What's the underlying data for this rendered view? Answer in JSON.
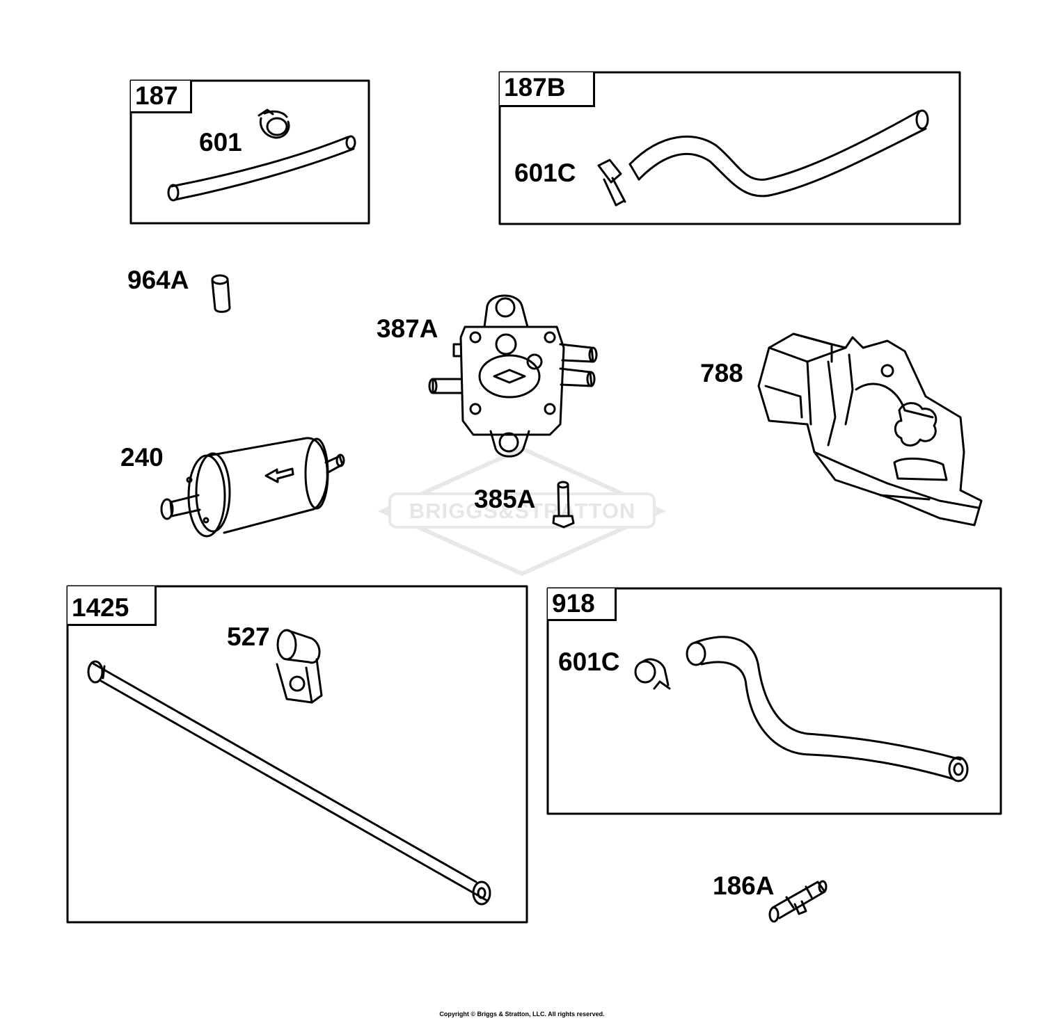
{
  "groups": {
    "g187": "187",
    "g187b": "187B",
    "g1425": "1425",
    "g918": "918"
  },
  "parts": {
    "p601": "601",
    "p601c_top": "601C",
    "p964a": "964A",
    "p387a": "387A",
    "p788": "788",
    "p240": "240",
    "p385a": "385A",
    "p527": "527",
    "p601c_bottom": "601C",
    "p186a": "186A"
  },
  "watermark": "BRIGGS&STRATTON",
  "copyright": "Copyright © Briggs & Stratton, LLC. All rights reserved.",
  "colors": {
    "line": "#000000",
    "watermark": "#e6e6e6",
    "background": "#ffffff"
  }
}
